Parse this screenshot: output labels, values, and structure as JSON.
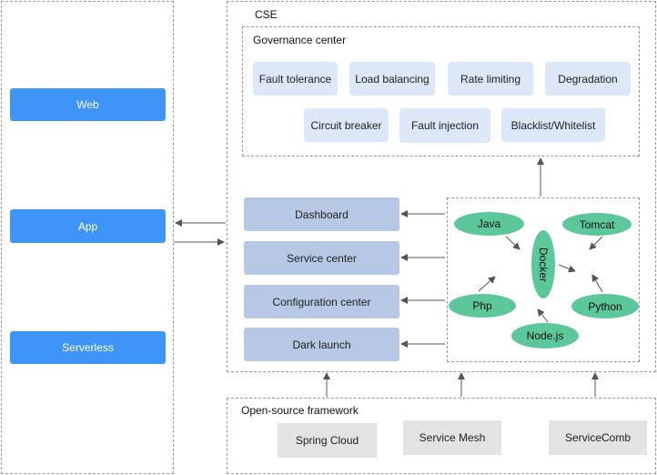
{
  "clients": {
    "web": "Web",
    "app": "App",
    "serverless": "Serverless"
  },
  "cse": {
    "title": "CSE",
    "governance": {
      "title": "Governance center",
      "items": [
        "Fault tolerance",
        "Load balancing",
        "Rate limiting",
        "Degradation",
        "Circuit breaker",
        "Fault injection",
        "Blacklist/Whitelist"
      ]
    },
    "modules": [
      "Dashboard",
      "Service center",
      "Configuration center",
      "Dark launch"
    ],
    "runtime": {
      "docker": "Docker",
      "languages": [
        "Java",
        "Tomcat",
        "Php",
        "Python",
        "Node.js"
      ]
    }
  },
  "frameworks": {
    "title": "Open-source framework",
    "items": [
      "Spring Cloud",
      "Service Mesh",
      "ServiceComb"
    ]
  },
  "colors": {
    "client": "#3f95f7",
    "governance": "#dce8f7",
    "module": "#b6c8e4",
    "language": "#5cc79b",
    "framework": "#e3e3e3"
  }
}
